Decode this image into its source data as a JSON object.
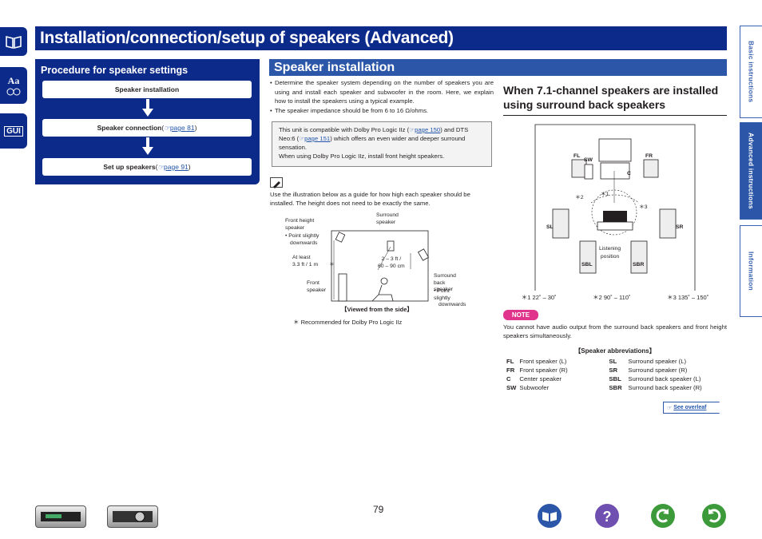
{
  "title": "Installation/connection/setup of speakers (Advanced)",
  "side_tabs": [
    "Basic instructions",
    "Advanced instructions",
    "Information"
  ],
  "left_icons": [
    "Aa",
    "GUI"
  ],
  "procedure": {
    "heading": "Procedure for speaker settings",
    "steps": [
      {
        "label": "Speaker installation",
        "link_pre": "",
        "link": "",
        "link_post": ""
      },
      {
        "label": "Speaker connection",
        "link_pre": " (",
        "link": "page 81",
        "link_post": ")"
      },
      {
        "label": "Set up speakers",
        "link_pre": " (",
        "link": "page 91",
        "link_post": ")"
      }
    ]
  },
  "section_title": "Speaker installation",
  "bullets": [
    "Determine the speaker system depending on the number of speakers you are using and install each speaker and subwoofer in the room. Here, we explain how to install the speakers using a typical example.",
    "The speaker impedance should be from 6 to 16 Ω/ohms."
  ],
  "compat": {
    "t1": "This unit is compatible with Dolby Pro Logic IIz (",
    "l1": "page 150",
    "t2": ") and DTS Neo:6 (",
    "l2": "page 151",
    "t3": ") which offers an even wider and deeper surround sensation.",
    "t4": "When using Dolby Pro Logic IIz, install front height speakers."
  },
  "guide_text": "Use the illustration below as a guide for how high each speaker should be installed. The height does not need to be exactly the same.",
  "side_view": {
    "front_height": [
      "Front height",
      "speaker"
    ],
    "front_height_b": [
      "• Point slightly",
      "downwards"
    ],
    "surround": [
      "Surround",
      "speaker"
    ],
    "at_least": [
      "At least",
      "3.3 ft / 1 m"
    ],
    "height_range": [
      "2 – 3 ft /",
      "60 – 90 cm"
    ],
    "front": [
      "Front",
      "speaker"
    ],
    "sb": [
      "Surround back",
      "speaker"
    ],
    "sb_b": [
      "• Point slightly",
      "downwards"
    ],
    "star": "＊",
    "caption": "【Viewed from the side】",
    "footnote": "＊ Recommended for Dolby Pro Logic IIz"
  },
  "subheading": "When 7.1-channel speakers are installed using surround back speakers",
  "top_view": {
    "fl": "FL",
    "sw": "SW",
    "fr": "FR",
    "c": "C",
    "sl": "SL",
    "sr": "SR",
    "sbl": "SBL",
    "sbr": "SBR",
    "a1": "＊1",
    "a2": "＊2",
    "a3": "＊3",
    "listening": [
      "Listening",
      "position"
    ],
    "angles": [
      "＊1  22˚ – 30˚",
      "＊2  90˚ – 110˚",
      "＊3  135˚ – 150˚"
    ]
  },
  "note_label": "NOTE",
  "note_text": "You cannot have audio output from the surround back speakers and front height speakers simultaneously.",
  "abbr_title": "【Speaker abbreviations】",
  "abbr": [
    [
      "FL",
      "Front speaker (L)",
      "SL",
      "Surround speaker (L)"
    ],
    [
      "FR",
      "Front speaker (R)",
      "SR",
      "Surround speaker (R)"
    ],
    [
      "C",
      "Center speaker",
      "SBL",
      "Surround back speaker (L)"
    ],
    [
      "SW",
      "Subwoofer",
      "SBR",
      "Surround back speaker (R)"
    ]
  ],
  "see_overleaf": "See overleaf",
  "page_number": "79"
}
